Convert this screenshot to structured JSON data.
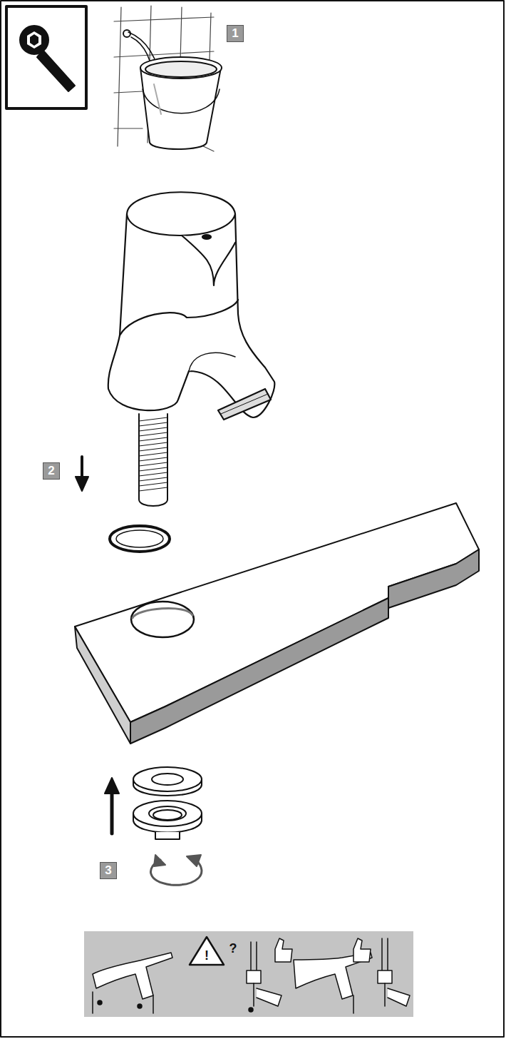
{
  "diagram": {
    "labels": [
      "1",
      "2",
      "3",
      "!",
      "?"
    ]
  }
}
